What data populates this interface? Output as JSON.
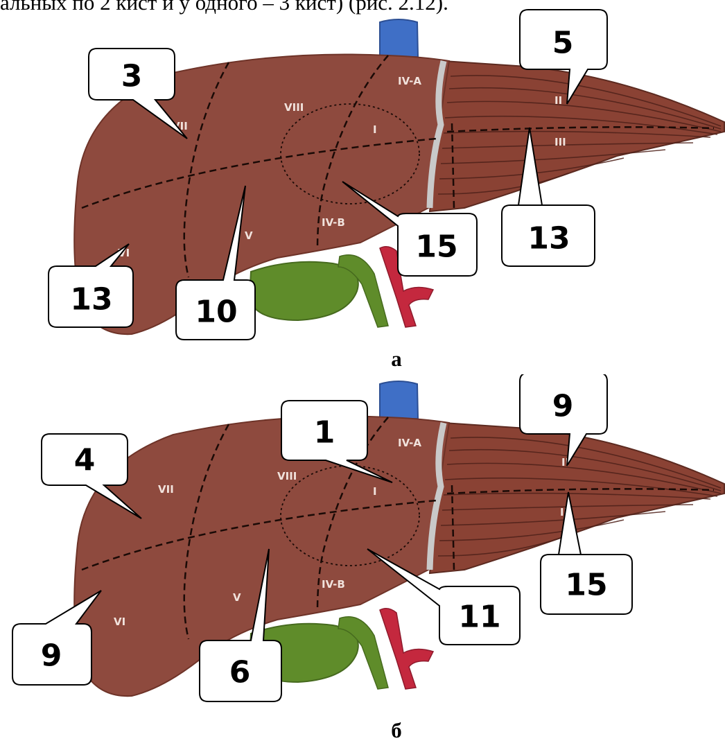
{
  "header_text": "альных по 2 кист и у одного – 3 кист) (рис. 2.12).",
  "figures": [
    {
      "caption": "а",
      "segments": [
        "VII",
        "VIII",
        "IV-A",
        "I",
        "V",
        "VI",
        "IV-B",
        "II",
        "III"
      ],
      "callouts": [
        "3",
        "5",
        "13",
        "15",
        "10",
        "13"
      ]
    },
    {
      "caption": "б",
      "segments": [
        "VII",
        "VIII",
        "IV-A",
        "I",
        "V",
        "VI",
        "IV-B",
        "II",
        "III"
      ],
      "callouts": [
        "1",
        "9",
        "4",
        "9",
        "6",
        "11",
        "15"
      ]
    }
  ],
  "colors": {
    "liver": "#8e4a3e",
    "liver_dark": "#6e3328",
    "vein": "#3f6fc6",
    "gallbladder": "#5f8c2a",
    "artery": "#c4283e"
  }
}
